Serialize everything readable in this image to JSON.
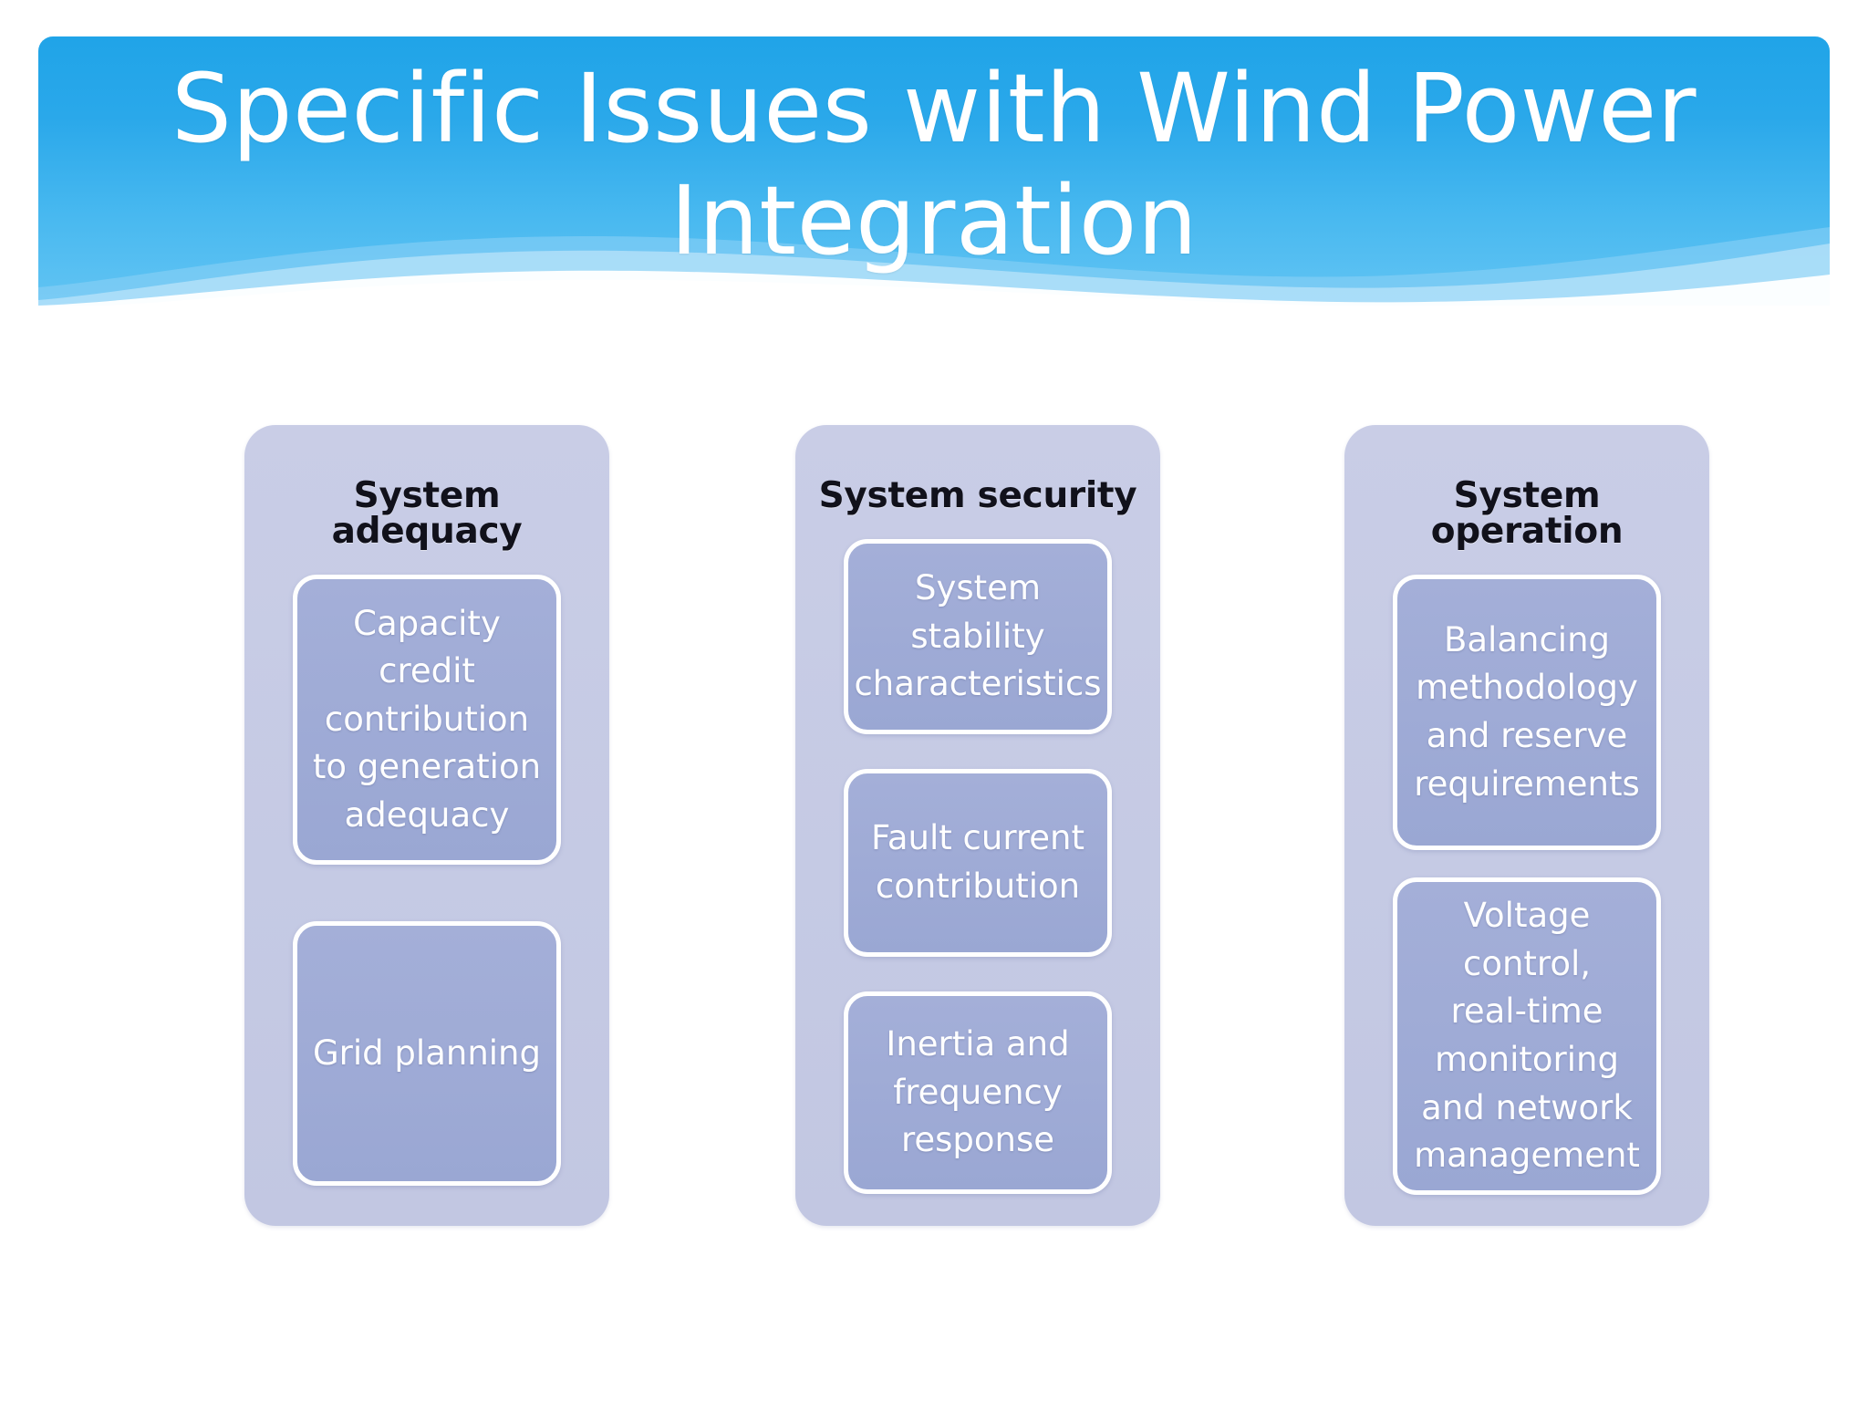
{
  "slide": {
    "title": "Specific  Issues with  Wind Power\nIntegration",
    "background_color": "#ffffff",
    "banner": {
      "gradient_from": "#20a4e8",
      "gradient_to": "#62c4f3",
      "title_color": "#ffffff"
    }
  },
  "theme": {
    "panel_fill": "#c6cbe5",
    "box_fill": "#9fabd6",
    "box_border": "#ffffff",
    "panel_title_color": "#11111b",
    "box_text_color": "#ffffff"
  },
  "columns": [
    {
      "title": "System adequacy",
      "items": [
        "Capacity credit\ncontribution\nto generation\nadequacy",
        "Grid planning"
      ]
    },
    {
      "title": "System security",
      "items": [
        "System stability\ncharacteristics",
        "Fault current\ncontribution",
        "Inertia and\nfrequency\nresponse"
      ]
    },
    {
      "title": "System operation",
      "items": [
        "Balancing\nmethodology\nand reserve\nrequirements",
        "Voltage control,\nreal-time\nmonitoring\nand network\nmanagement"
      ]
    }
  ]
}
